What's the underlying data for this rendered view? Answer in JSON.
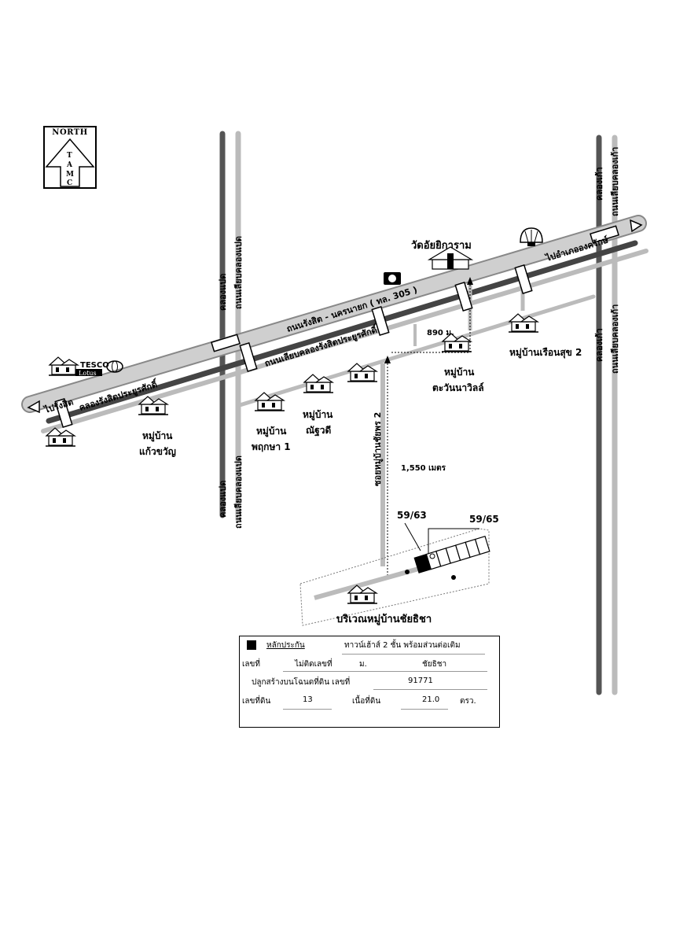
{
  "north": {
    "title": "NORTH",
    "letters": [
      "T",
      "A",
      "M",
      "C"
    ]
  },
  "roads": {
    "main_road": "ถนนรังสิต - นครนายก ( ทล. 305 )",
    "frontage_road": "ถนนเลียบคลองรังสิตประยูรศักดิ์",
    "canal": "คลองรังสิตประยูรศักดิ์",
    "to_left": "ไปรังสิต",
    "to_right": "ไปอำเภอองครักษ์",
    "klong_paet_canal_top": "คลองแปด",
    "klong_paet_road_top": "ถนนเลียบคลองแปด",
    "klong_paet_canal_bottom": "คลองแปด",
    "klong_paet_road_bottom": "ถนนเลียบคลองแปด",
    "klong_kao_canal_top": "คลองเก้า",
    "klong_kao_road_top": "ถนนเลียบคลองเก้า",
    "klong_kao_canal_bottom": "คลองเก้า",
    "klong_kao_road_bottom": "ถนนเลียบคลองเก้า",
    "soi": "ซอยหมู่บ้านชัยพร 2"
  },
  "landmarks": {
    "temple": "วัดอัยยิการาม",
    "tesco_line1": "TESCO",
    "tesco_line2": "Lotus"
  },
  "villages": {
    "kaew_line1": "หมู่บ้าน",
    "kaew_line2": "แก้วขวัญ",
    "pruksa_line1": "หมู่บ้าน",
    "pruksa_line2": "พฤกษา 1",
    "natthadee_line1": "หมู่บ้าน",
    "natthadee_line2": "ณัฐวดี",
    "tawan_line1": "หมู่บ้าน",
    "tawan_line2": "ตะวันนาวิลล์",
    "rueansuk": "หมู่บ้านเรือนสุข 2",
    "chaithicha": "บริเวณหมู่บ้านชัยธิชา"
  },
  "distances": {
    "d1": "890 ม.",
    "d2": "1,550 เมตร"
  },
  "plots": {
    "p1": "59/63",
    "p2": "59/65"
  },
  "legend": {
    "collateral": "หลักประกัน",
    "type": "ทาวน์เฮ้าส์ 2 ชั้น พร้อมส่วนต่อเติม",
    "house_no_label": "เลขที่",
    "house_no_value": "ไม่ติดเลขที่",
    "moo_label": "ม.",
    "village_value": "ชัยธิชา",
    "deed_label": "ปลูกสร้างบนโฉนดที่ดิน เลขที่",
    "deed_value": "91771",
    "land_no_label": "เลขที่ดิน",
    "land_no_value": "13",
    "area_label": "เนื้อที่ดิน",
    "area_value": "21.0",
    "area_unit": "ตรว."
  }
}
